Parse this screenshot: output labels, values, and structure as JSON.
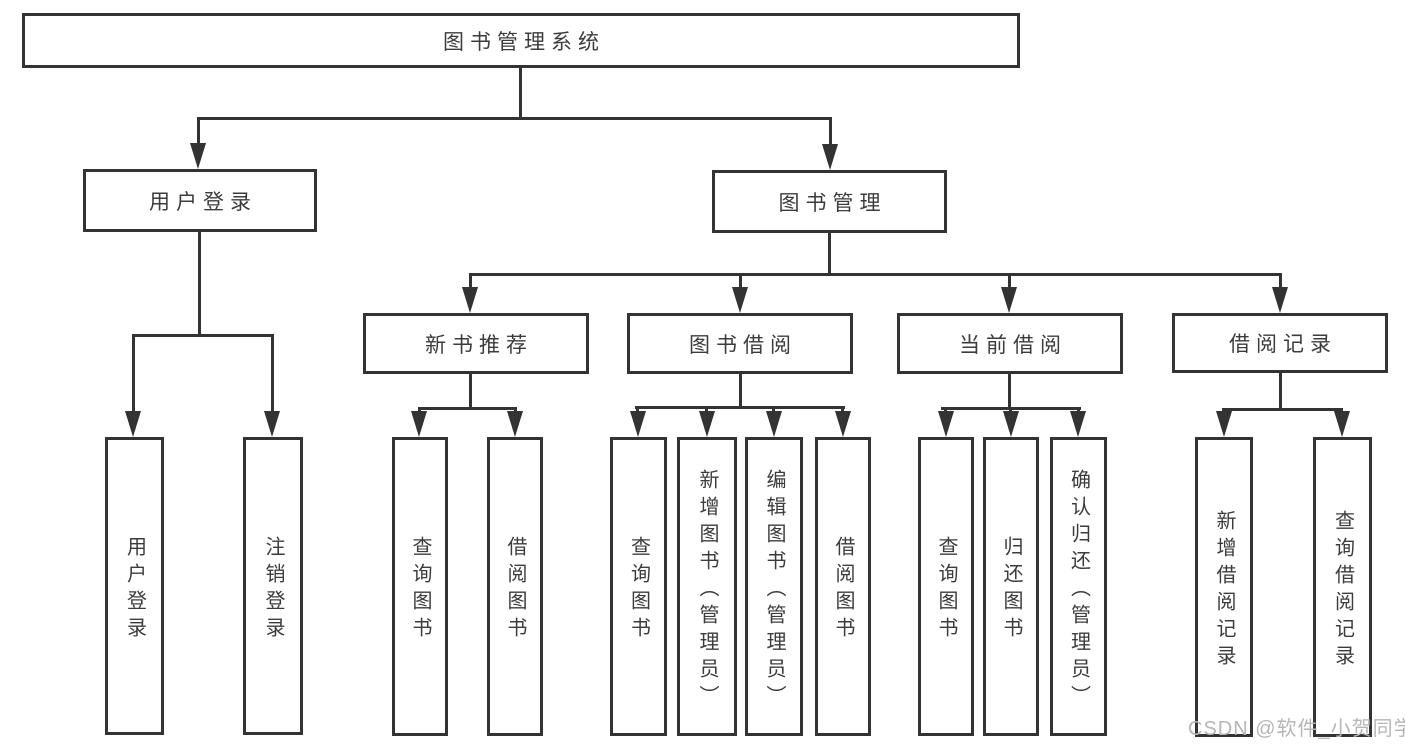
{
  "diagram": {
    "type": "hierarchy-tree",
    "title": "图书管理系统",
    "watermark": "CSDN @软件_小贺同学",
    "colors": {
      "line": "#333333",
      "box_border": "#333333",
      "text": "#3c3c3c",
      "background": "#ffffff",
      "watermark": "#b6b6b6"
    },
    "nodes": {
      "root": "图书管理系统",
      "user_login": "用户登录",
      "book_mgmt": "图书管理",
      "new_book_rec": "新书推荐",
      "book_borrow": "图书借阅",
      "current_borrow": "当前借阅",
      "borrow_records": "借阅记录",
      "user_login_leaf": "用户登录",
      "logout_leaf": "注销登录",
      "query_book_rec": "查询图书",
      "borrow_book_rec": "借阅图书",
      "query_book_borrow": "查询图书",
      "add_book_admin": "新增图书（管理员）",
      "edit_book_admin": "编辑图书（管理员）",
      "borrow_book_borrow": "借阅图书",
      "query_book_current": "查询图书",
      "return_book": "归还图书",
      "confirm_return_admin": "确认归还（管理员）",
      "add_borrow_record": "新增借阅记录",
      "query_borrow_record": "查询借阅记录"
    },
    "structure": {
      "root": [
        "user_login",
        "book_mgmt"
      ],
      "user_login": [
        "user_login_leaf",
        "logout_leaf"
      ],
      "book_mgmt": [
        "new_book_rec",
        "book_borrow",
        "current_borrow",
        "borrow_records"
      ],
      "new_book_rec": [
        "query_book_rec",
        "borrow_book_rec"
      ],
      "book_borrow": [
        "query_book_borrow",
        "add_book_admin",
        "edit_book_admin",
        "borrow_book_borrow"
      ],
      "current_borrow": [
        "query_book_current",
        "return_book",
        "confirm_return_admin"
      ],
      "borrow_records": [
        "add_borrow_record",
        "query_borrow_record"
      ]
    }
  }
}
